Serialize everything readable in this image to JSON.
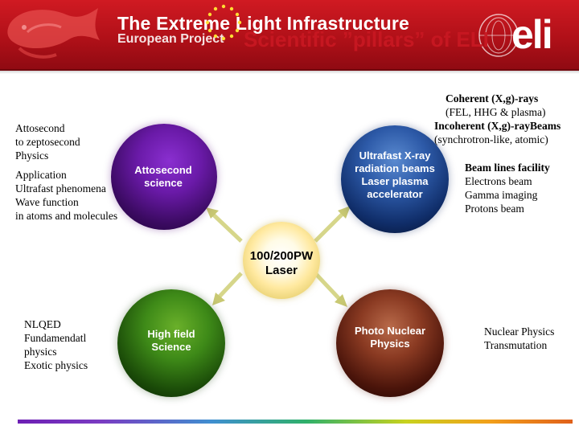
{
  "header": {
    "title": "The Extreme Light Infrastructure",
    "subtitle": "European Project",
    "slide_title": "Scientific ”pillars” of ELI",
    "logo": "eli",
    "colors": {
      "banner": "#c0141c",
      "title": "#c81822"
    }
  },
  "center": {
    "line1": "100/200PW",
    "line2": "Laser"
  },
  "spheres": {
    "attosecond": {
      "line1": "Attosecond",
      "line2": "science"
    },
    "xray": {
      "line1": "Ultrafast X-ray",
      "line2": "radiation beams",
      "line3": "Laser plasma",
      "line4": "accelerator"
    },
    "highfield": {
      "line1": "High field",
      "line2": "Science"
    },
    "nuclear": {
      "line1": "Photo Nuclear",
      "line2": "Physics"
    }
  },
  "text": {
    "top_left": [
      "Attosecond",
      " to zeptosecond",
      "Physics"
    ],
    "mid_left": [
      "Application",
      "Ultrafast phenomena",
      "Wave function",
      " in atoms and molecules"
    ],
    "top_right": [
      "Coherent (X,g)-rays",
      "(FEL, HHG & plasma)",
      "Incoherent (X,g)-rayBeams",
      "(synchrotron-like, atomic)"
    ],
    "right_beam": [
      "Beam lines facility",
      "Electrons beam",
      "Gamma imaging",
      "Protons beam"
    ],
    "bottom_left": [
      "NLQED",
      "Fundamendatl",
      " physics",
      "Exotic physics"
    ],
    "bottom_right": [
      "Nuclear Physics",
      "Transmutation"
    ]
  }
}
